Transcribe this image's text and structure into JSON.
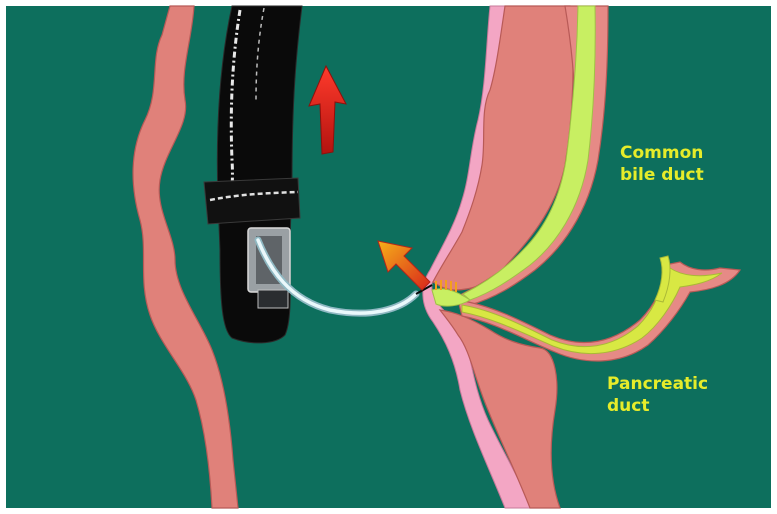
{
  "labels": {
    "common_bile_duct_line1": "Common",
    "common_bile_duct_line2": "bile duct",
    "pancreatic_duct_line1": "Pancreatic",
    "pancreatic_duct_line2": "duct"
  },
  "colors": {
    "background": "#0d6f5d",
    "frame": "#ffffff",
    "tissue": "#e0817a",
    "tissue_outline": "#b85a57",
    "mucosa_pink": "#f3a6c4",
    "bile_duct_fill": "#c8ef62",
    "pancreatic_duct_fill": "#d8e843",
    "label_text": "#e6ec2a",
    "endoscope": "#0a0a0a",
    "catheter": "#cfeaf0",
    "arrow_red": "#e0221b",
    "arrow_orange": "#f08a1c"
  },
  "icons": {
    "withdraw_arrow": "up-arrow-icon",
    "cannulation_arrow": "up-left-arrow-icon"
  }
}
